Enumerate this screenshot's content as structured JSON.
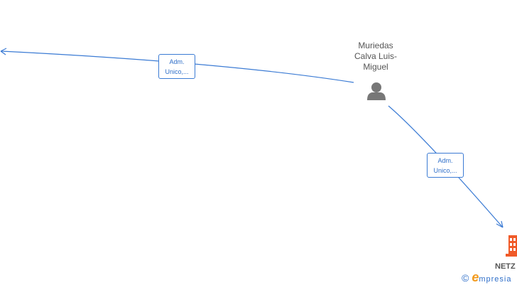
{
  "person": {
    "name_lines": [
      "Muriedas",
      "Calva Luis-",
      "Miguel"
    ],
    "icon": "person-icon"
  },
  "edges": [
    {
      "label_lines": [
        "Adm.",
        "Unico,..."
      ]
    },
    {
      "label_lines": [
        "Adm.",
        "Unico,..."
      ]
    }
  ],
  "company": {
    "name": "NETZ",
    "icon": "building-icon"
  },
  "watermark": {
    "copyright": "©",
    "brand_letter": "e",
    "brand_text": "mpresia"
  },
  "colors": {
    "edge": "#3b7bd4",
    "person": "#777777",
    "company": "#f05a28",
    "text": "#555555"
  }
}
